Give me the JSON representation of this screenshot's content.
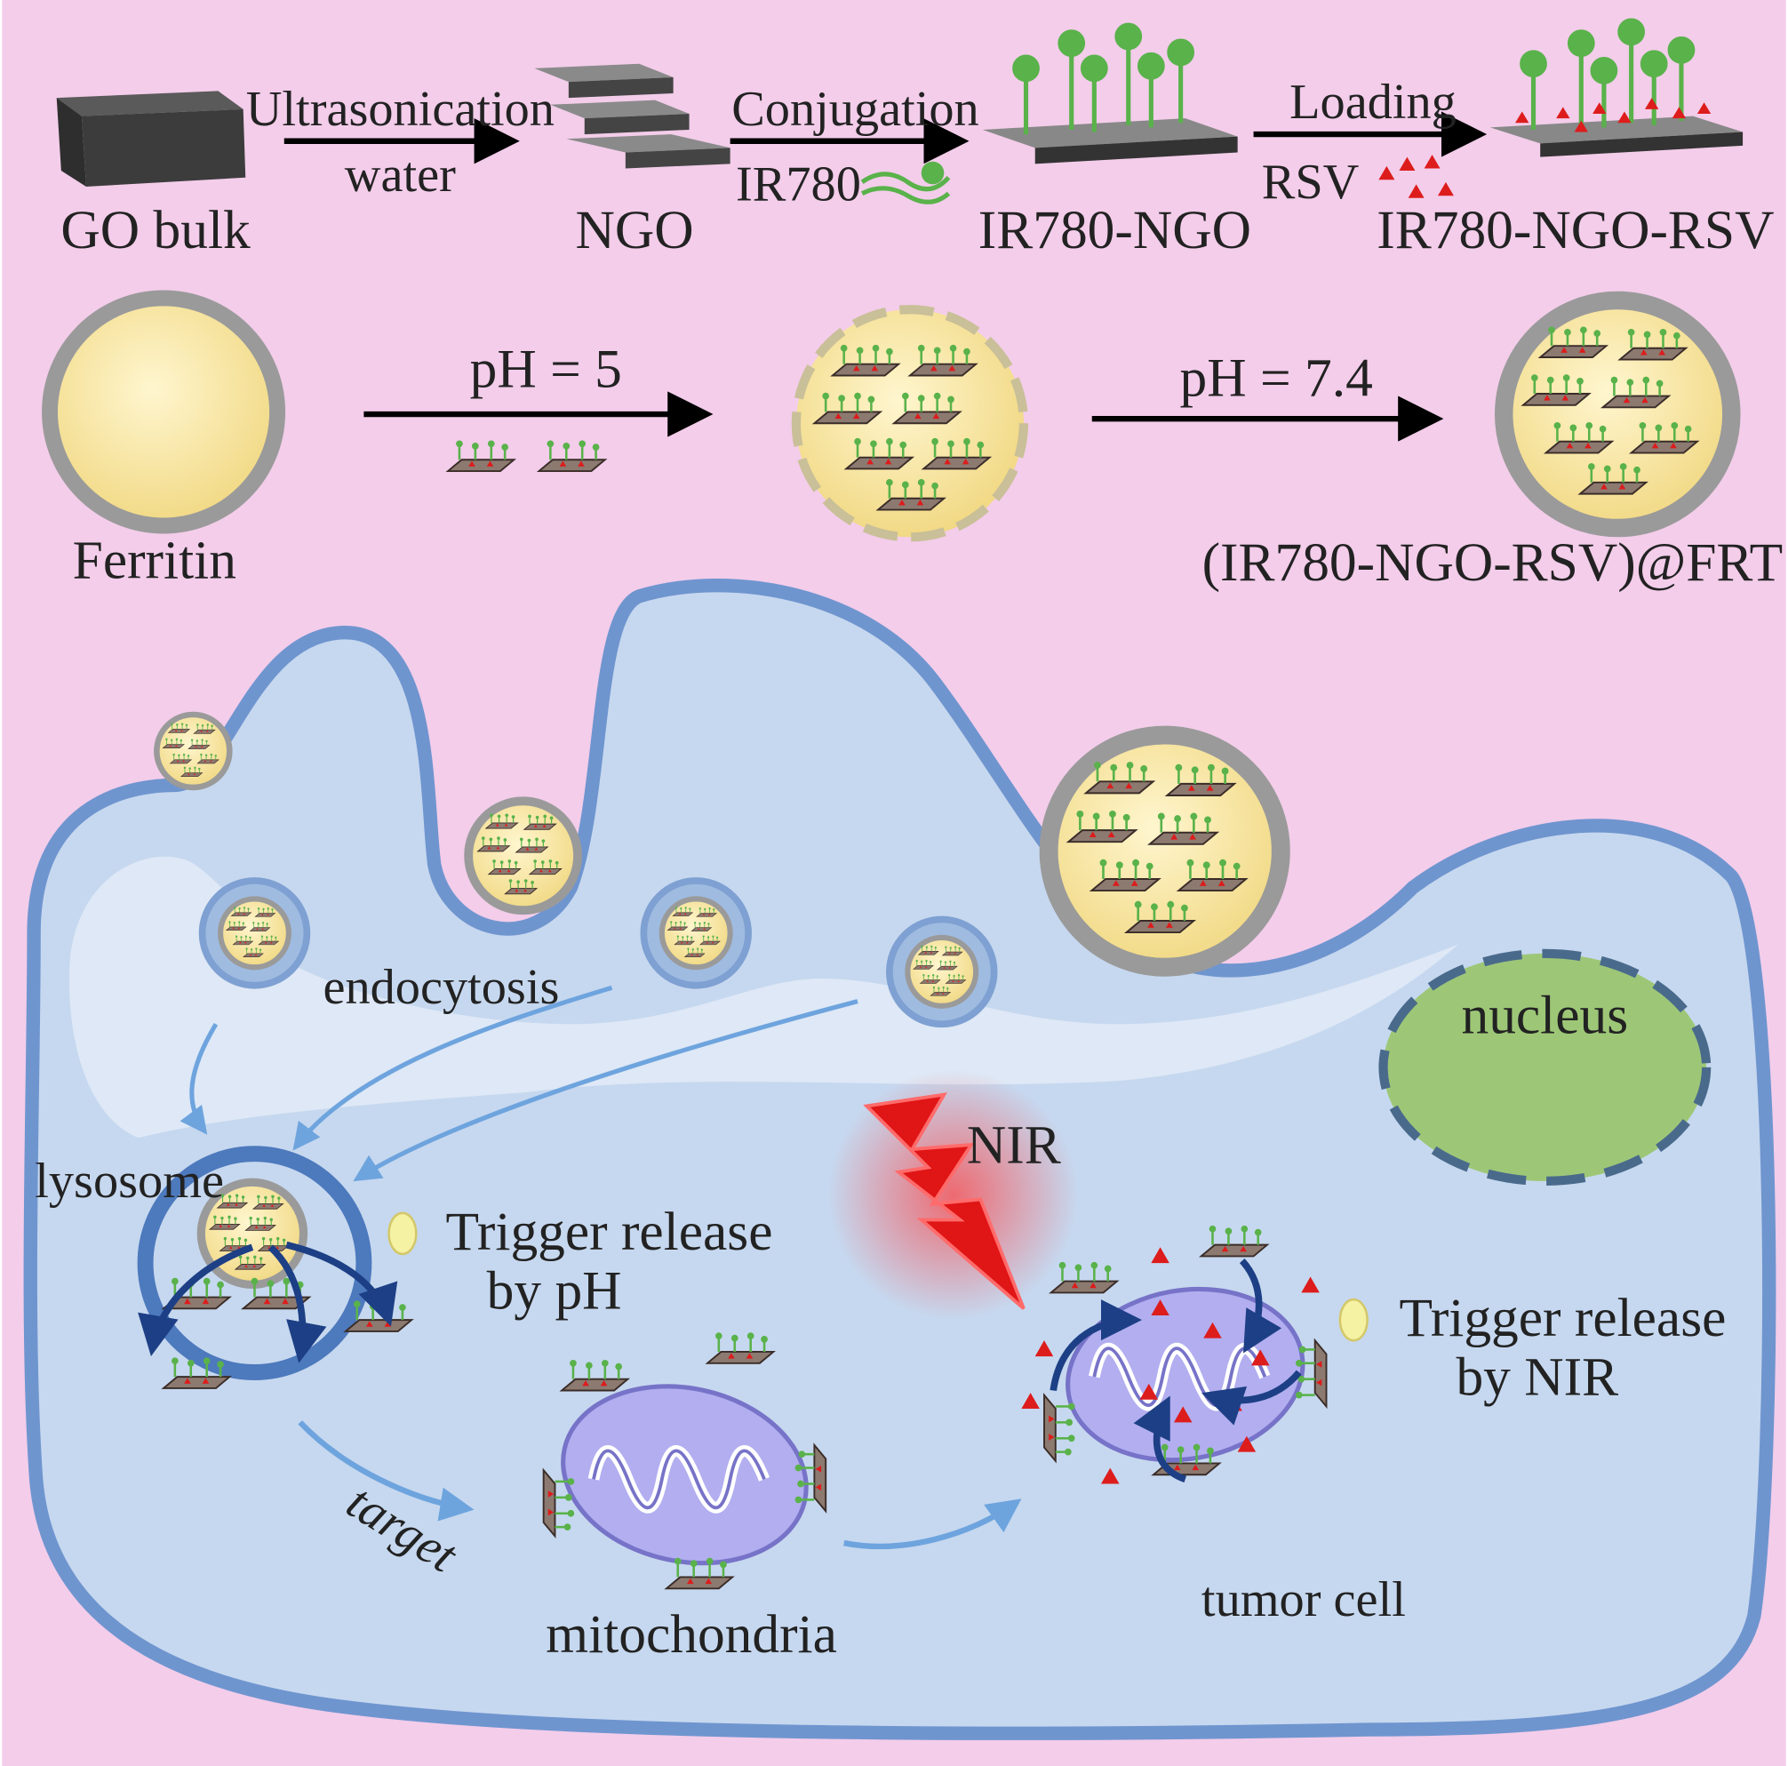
{
  "synthesis": {
    "go_bulk": "GO bulk",
    "step1_top": "Ultrasonication",
    "step1_bottom": "water",
    "ngo": "NGO",
    "step2_top": "Conjugation",
    "step2_reagent": "IR780",
    "ir780_ngo": "IR780-NGO",
    "step3_top": "Loading",
    "step3_reagent": "RSV",
    "ir780_ngo_rsv": "IR780-NGO-RSV"
  },
  "assembly": {
    "ferritin": "Ferritin",
    "ph_low": "pH = 5",
    "ph_high": "pH = 7.4",
    "product": "(IR780-NGO-RSV)@FRT"
  },
  "cell": {
    "endocytosis": "endocytosis",
    "lysosome": "lysosome",
    "trigger_ph_line1": "Trigger release",
    "trigger_ph_line2": "by pH",
    "target": "target",
    "mitochondria": "mitochondria",
    "nir": "NIR",
    "nucleus": "nucleus",
    "trigger_nir_line1": "Trigger release",
    "trigger_nir_line2": "by NIR",
    "tumor_cell": "tumor cell"
  },
  "colors": {
    "background": "#f3cdea",
    "cell_fill": "#c6d8ef",
    "cell_membrane": "#6f95cf",
    "nucleus": "#9dc777",
    "ferritin_core": "#f6e3a2",
    "ferritin_shell": "#9a9a9a",
    "mitochondria": "#b2aef0",
    "nir_bolt": "#e01515",
    "drug_rsv": "#dd1c1c",
    "ir780_green": "#59b24a",
    "arrow_dark": "#1d3f85",
    "arrow_light": "#6ea4de"
  }
}
